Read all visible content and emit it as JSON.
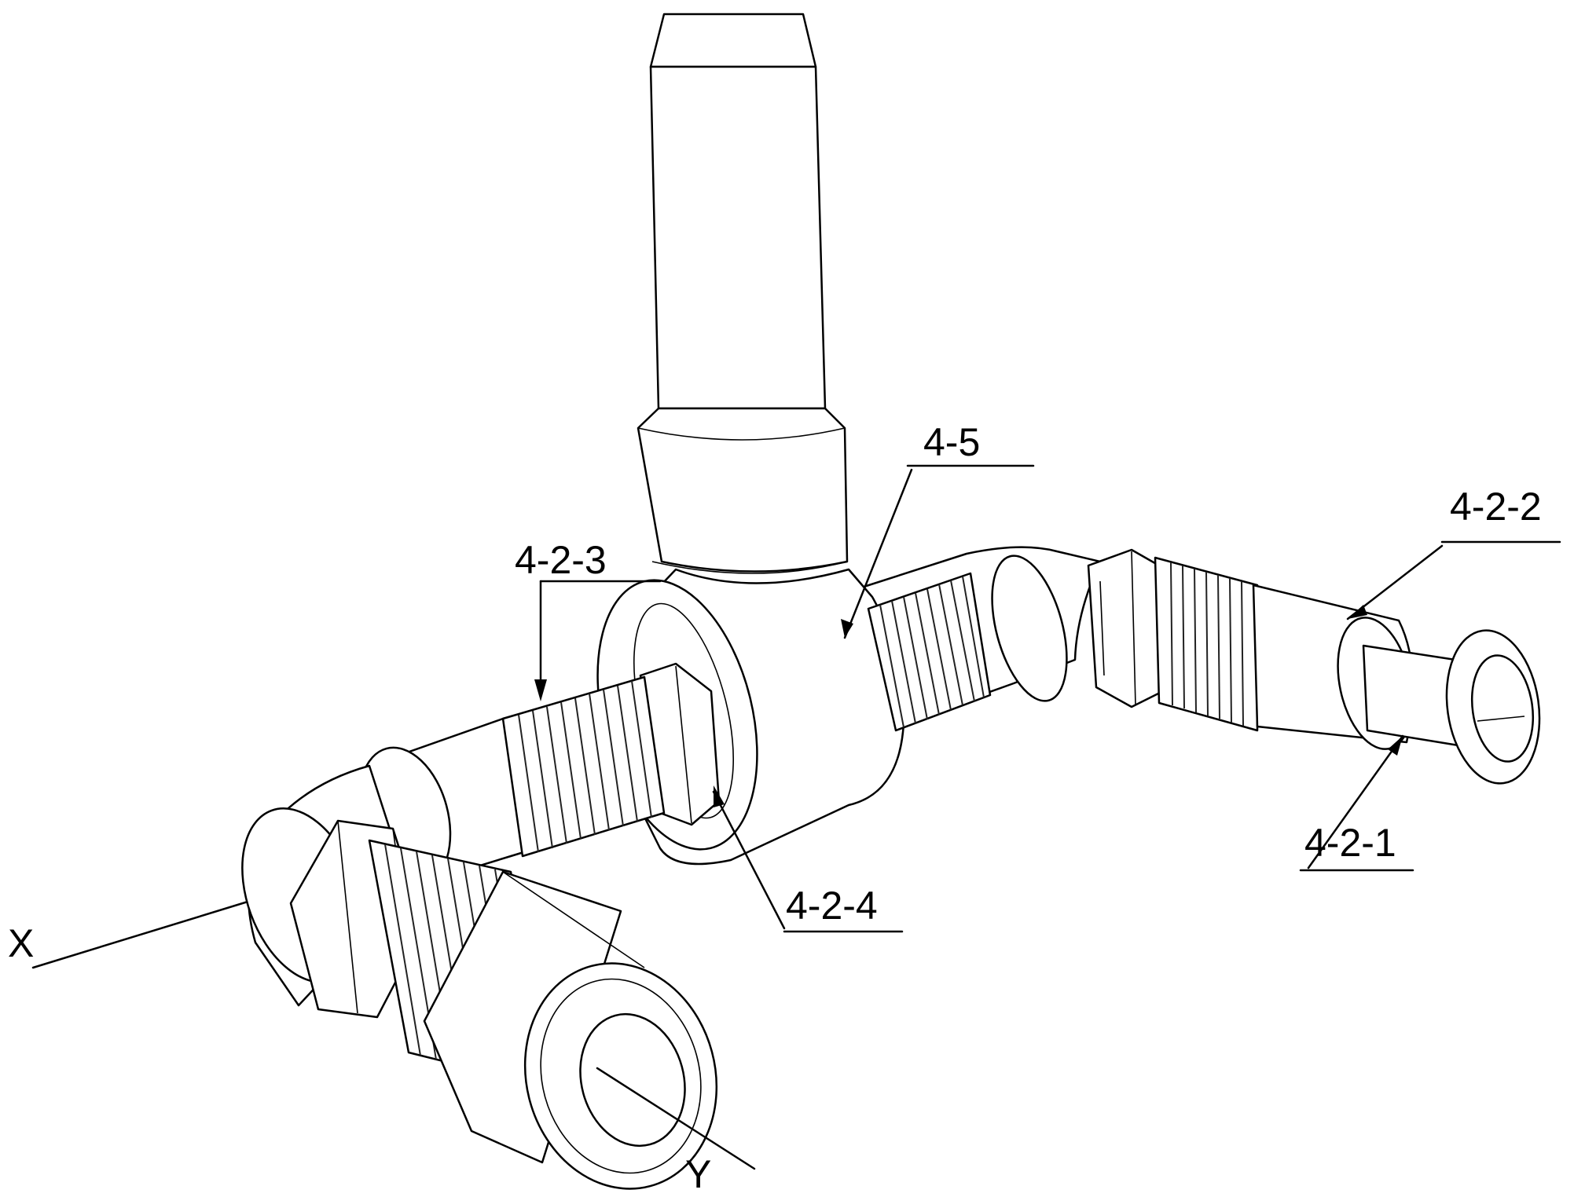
{
  "colors": {
    "line": "#000000",
    "background": "#ffffff"
  },
  "labels": {
    "part_4_5": "4-5",
    "part_4_2_2": "4-2-2",
    "part_4_2_3": "4-2-3",
    "part_4_2_1": "4-2-1",
    "part_4_2_4": "4-2-4",
    "axis_x": "X",
    "axis_y": "Y"
  }
}
